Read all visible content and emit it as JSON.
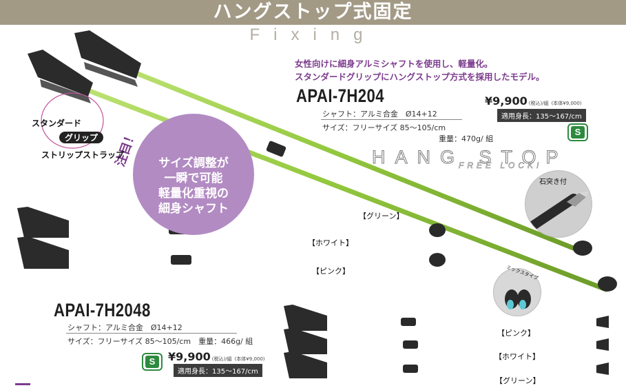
{
  "banner": {
    "title": "ハングストップ式固定",
    "subtitle": "Fixing"
  },
  "tagline": {
    "line1": "女性向けに細身アルミシャフトを使用し、軽量化。",
    "line2": "スタンダードグリップにハングストップ方式を採用したモデル。"
  },
  "product_main": {
    "model": "APAI-7H204",
    "shaft": "シャフト：アルミ合金　Ø14+12",
    "size": "サイズ：フリーサイズ 85〜105/cm",
    "weight": "重量：470g/ 組",
    "price": "¥9,900",
    "price_note": "(税込)/組",
    "price_base": "(本体¥9,000)",
    "height_badge": "適用身長：135〜167/cm",
    "badge": "S"
  },
  "product_second": {
    "model": "APAI-7H2048",
    "shaft": "シャフト：アルミ合金　Ø14+12",
    "size": "サイズ：フリーサイズ 85〜105/cm　重量：466g/ 組",
    "price": "¥9,900",
    "price_note": "(税込)/組",
    "price_base": "(本体¥9,000)",
    "height_badge": "適用身長：135〜167/cm",
    "badge": "S"
  },
  "hangstop": {
    "main": "HANG STOP",
    "sub": "FREE LOCK!"
  },
  "callout": {
    "notice": "注目！",
    "line1": "サイズ調整が",
    "line2": "一瞬で可能",
    "line3": "軽量化重視の",
    "line4": "細身シャフト"
  },
  "grip": {
    "standard": "スタンダード",
    "grip": "グリップ",
    "strap": "ストリップストラップ"
  },
  "pole_labels": {
    "green_top": "【グリーン】",
    "white_mid": "【ホワイト】",
    "pink_mid": "【ピンク】",
    "pink_bottom": "【ピンク】",
    "white_bottom": "【ホワイト】",
    "green_bottom": "【グリーン】"
  },
  "detail": {
    "stone_tip": "石突き付",
    "mix_type": "ミックスタイプ"
  },
  "colors": {
    "banner": "#a39a86",
    "accent_purple": "#7c3b8d",
    "callout_purple": "#b28bc3",
    "green_shaft": "#93c83e",
    "pink_shaft": "#c06aa0",
    "white_shaft": "#dcdde3",
    "badge_green": "#2d8a3e"
  }
}
